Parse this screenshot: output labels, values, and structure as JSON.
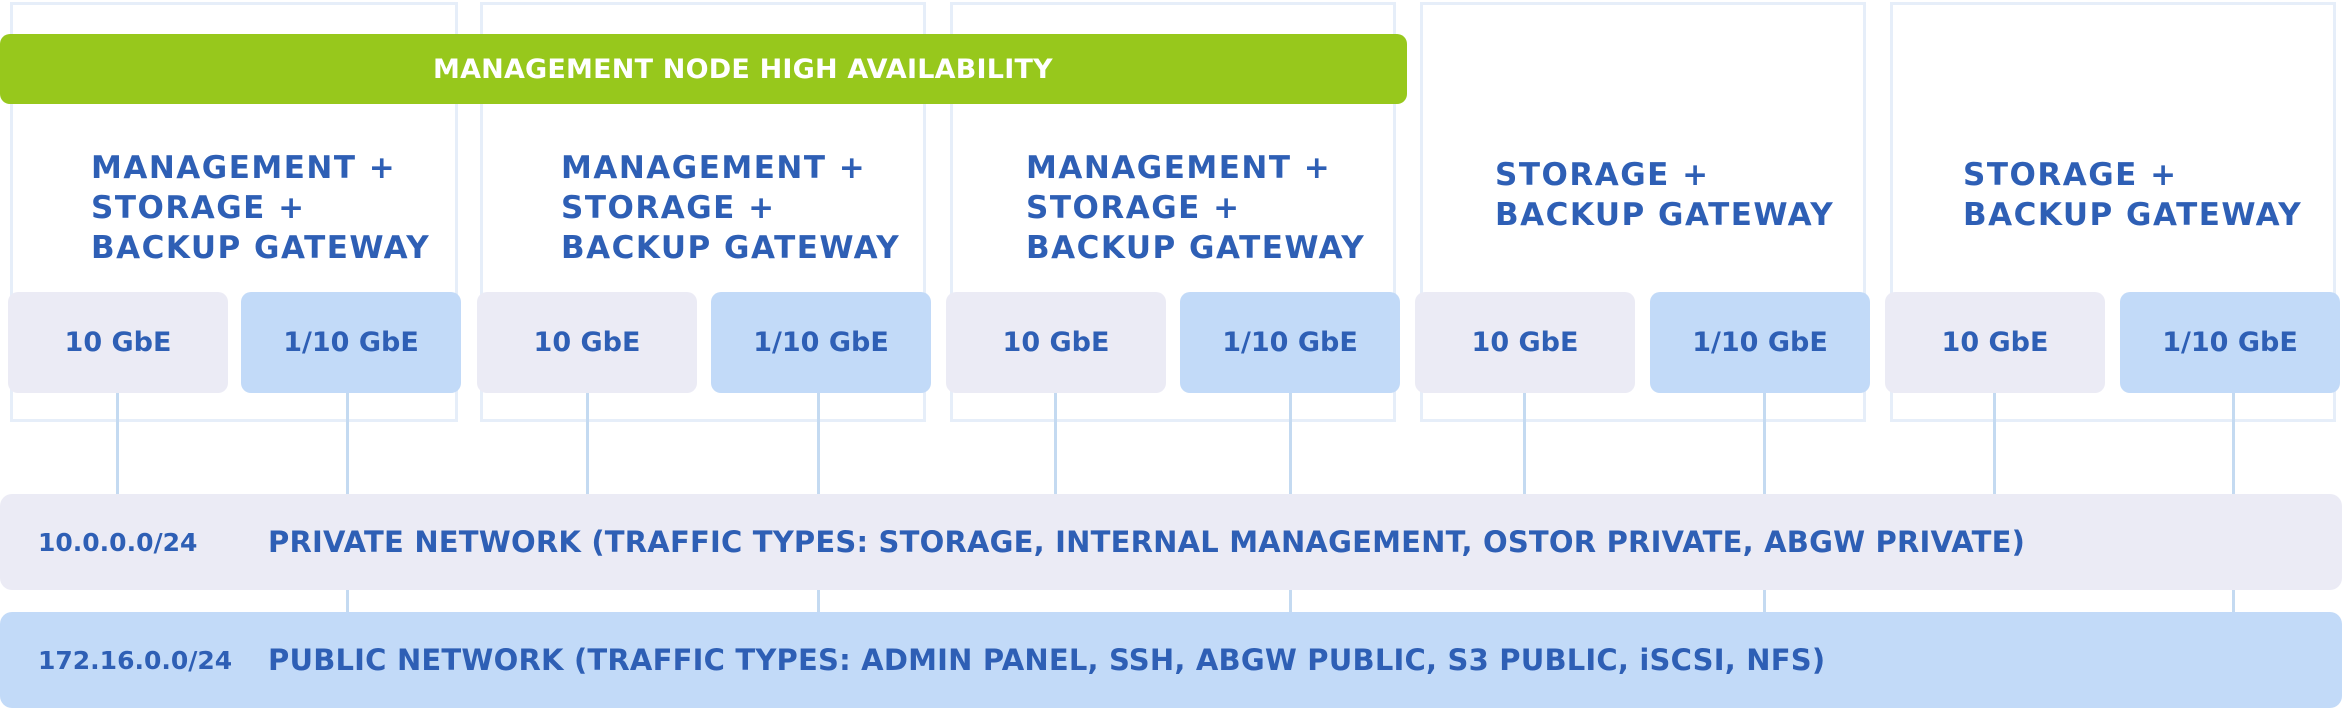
{
  "banner": {
    "label": "MANAGEMENT NODE HIGH AVAILABILITY"
  },
  "nodes": [
    {
      "lines": [
        "MANAGEMENT +",
        "STORAGE +",
        "BACKUP GATEWAY"
      ],
      "nic_a": "10 GbE",
      "nic_b": "1/10 GbE"
    },
    {
      "lines": [
        "MANAGEMENT +",
        "STORAGE +",
        "BACKUP GATEWAY"
      ],
      "nic_a": "10 GbE",
      "nic_b": "1/10 GbE"
    },
    {
      "lines": [
        "MANAGEMENT +",
        "STORAGE +",
        "BACKUP GATEWAY"
      ],
      "nic_a": "10 GbE",
      "nic_b": "1/10 GbE"
    },
    {
      "lines": [
        "STORAGE +",
        "BACKUP GATEWAY"
      ],
      "nic_a": "10 GbE",
      "nic_b": "1/10 GbE"
    },
    {
      "lines": [
        "STORAGE +",
        "BACKUP GATEWAY"
      ],
      "nic_a": "10 GbE",
      "nic_b": "1/10 GbE"
    }
  ],
  "networks": {
    "private": {
      "subnet": "10.0.0.0/24",
      "label": "PRIVATE NETWORK (TRAFFIC TYPES: STORAGE, INTERNAL MANAGEMENT, OSTOR PRIVATE, ABGW PRIVATE)"
    },
    "public": {
      "subnet": "172.16.0.0/24",
      "label": "PUBLIC NETWORK (TRAFFIC TYPES: ADMIN PANEL, SSH, ABGW PUBLIC, S3 PUBLIC, iSCSI, NFS)"
    }
  },
  "colors": {
    "banner": "#97c81c",
    "text": "#2e5fb5",
    "nic_10": "#ebebf5",
    "nic_110": "#c2daf8",
    "private_network": "#ebebf5",
    "public_network": "#c2daf8",
    "node_frame": "#e6eef9"
  }
}
